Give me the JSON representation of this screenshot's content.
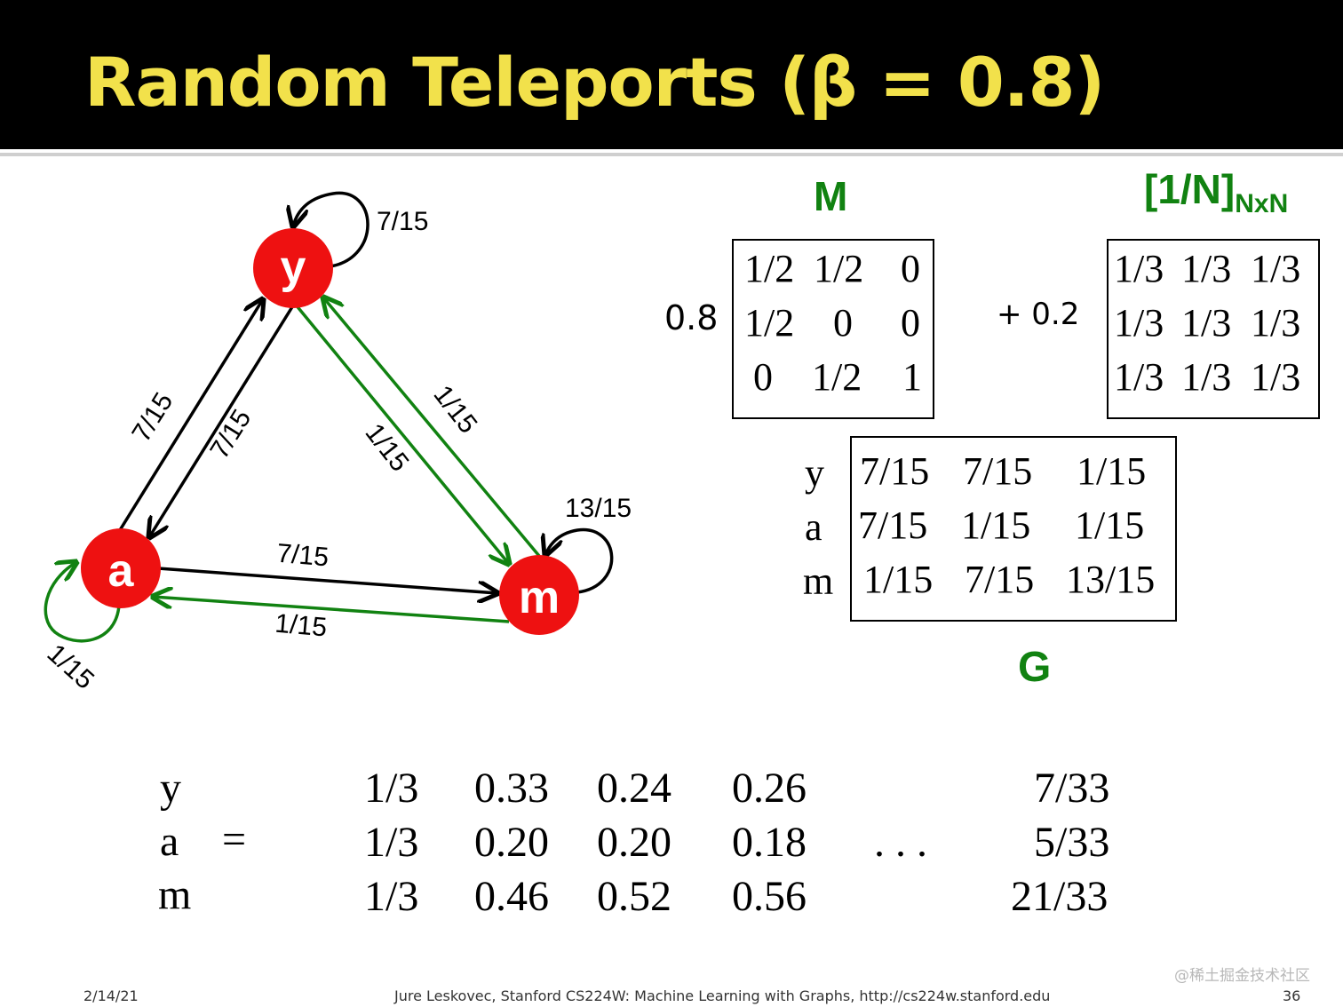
{
  "title": "Random Teleports (β = 0.8)",
  "graph": {
    "nodes": {
      "y": "y",
      "a": "a",
      "m": "m"
    },
    "edge_labels": {
      "y_self": "7/15",
      "a_to_y": "7/15",
      "y_to_a": "7/15",
      "m_to_y": "1/15",
      "y_to_m": "1/15",
      "m_self": "13/15",
      "a_to_m": "7/15",
      "m_to_a": "1/15",
      "a_self": "1/15"
    },
    "colors": {
      "node": "#ee1111",
      "green_edge": "#118211",
      "black_edge": "#000000"
    }
  },
  "matrix_m": {
    "heading": "M",
    "coefficient": "0.8",
    "rows": [
      [
        "1/2",
        "1/2",
        "0"
      ],
      [
        "1/2",
        "0",
        "0"
      ],
      [
        "0",
        "1/2",
        "1"
      ]
    ]
  },
  "matrix_n": {
    "heading": "[1/N]",
    "heading_sub": "NxN",
    "coefficient": "+ 0.2",
    "rows": [
      [
        "1/3",
        "1/3",
        "1/3"
      ],
      [
        "1/3",
        "1/3",
        "1/3"
      ],
      [
        "1/3",
        "1/3",
        "1/3"
      ]
    ]
  },
  "matrix_g": {
    "heading": "G",
    "row_labels": [
      "y",
      "a",
      "m"
    ],
    "rows": [
      [
        "7/15",
        "7/15",
        "1/15"
      ],
      [
        "7/15",
        "1/15",
        "1/15"
      ],
      [
        "1/15",
        "7/15",
        "13/15"
      ]
    ]
  },
  "iteration": {
    "labels": [
      "y",
      "a",
      "m"
    ],
    "equals": "=",
    "columns": [
      [
        "1/3",
        "1/3",
        "1/3"
      ],
      [
        "0.33",
        "0.20",
        "0.46"
      ],
      [
        "0.24",
        "0.20",
        "0.52"
      ],
      [
        "0.26",
        "0.18",
        "0.56"
      ]
    ],
    "ellipsis": ". . .",
    "final": [
      "7/33",
      "5/33",
      "21/33"
    ]
  },
  "footer": {
    "date": "2/14/21",
    "citation": "Jure Leskovec, Stanford CS224W: Machine Learning with Graphs, http://cs224w.stanford.edu",
    "page": "36"
  },
  "watermark": "@稀土掘金技术社区"
}
